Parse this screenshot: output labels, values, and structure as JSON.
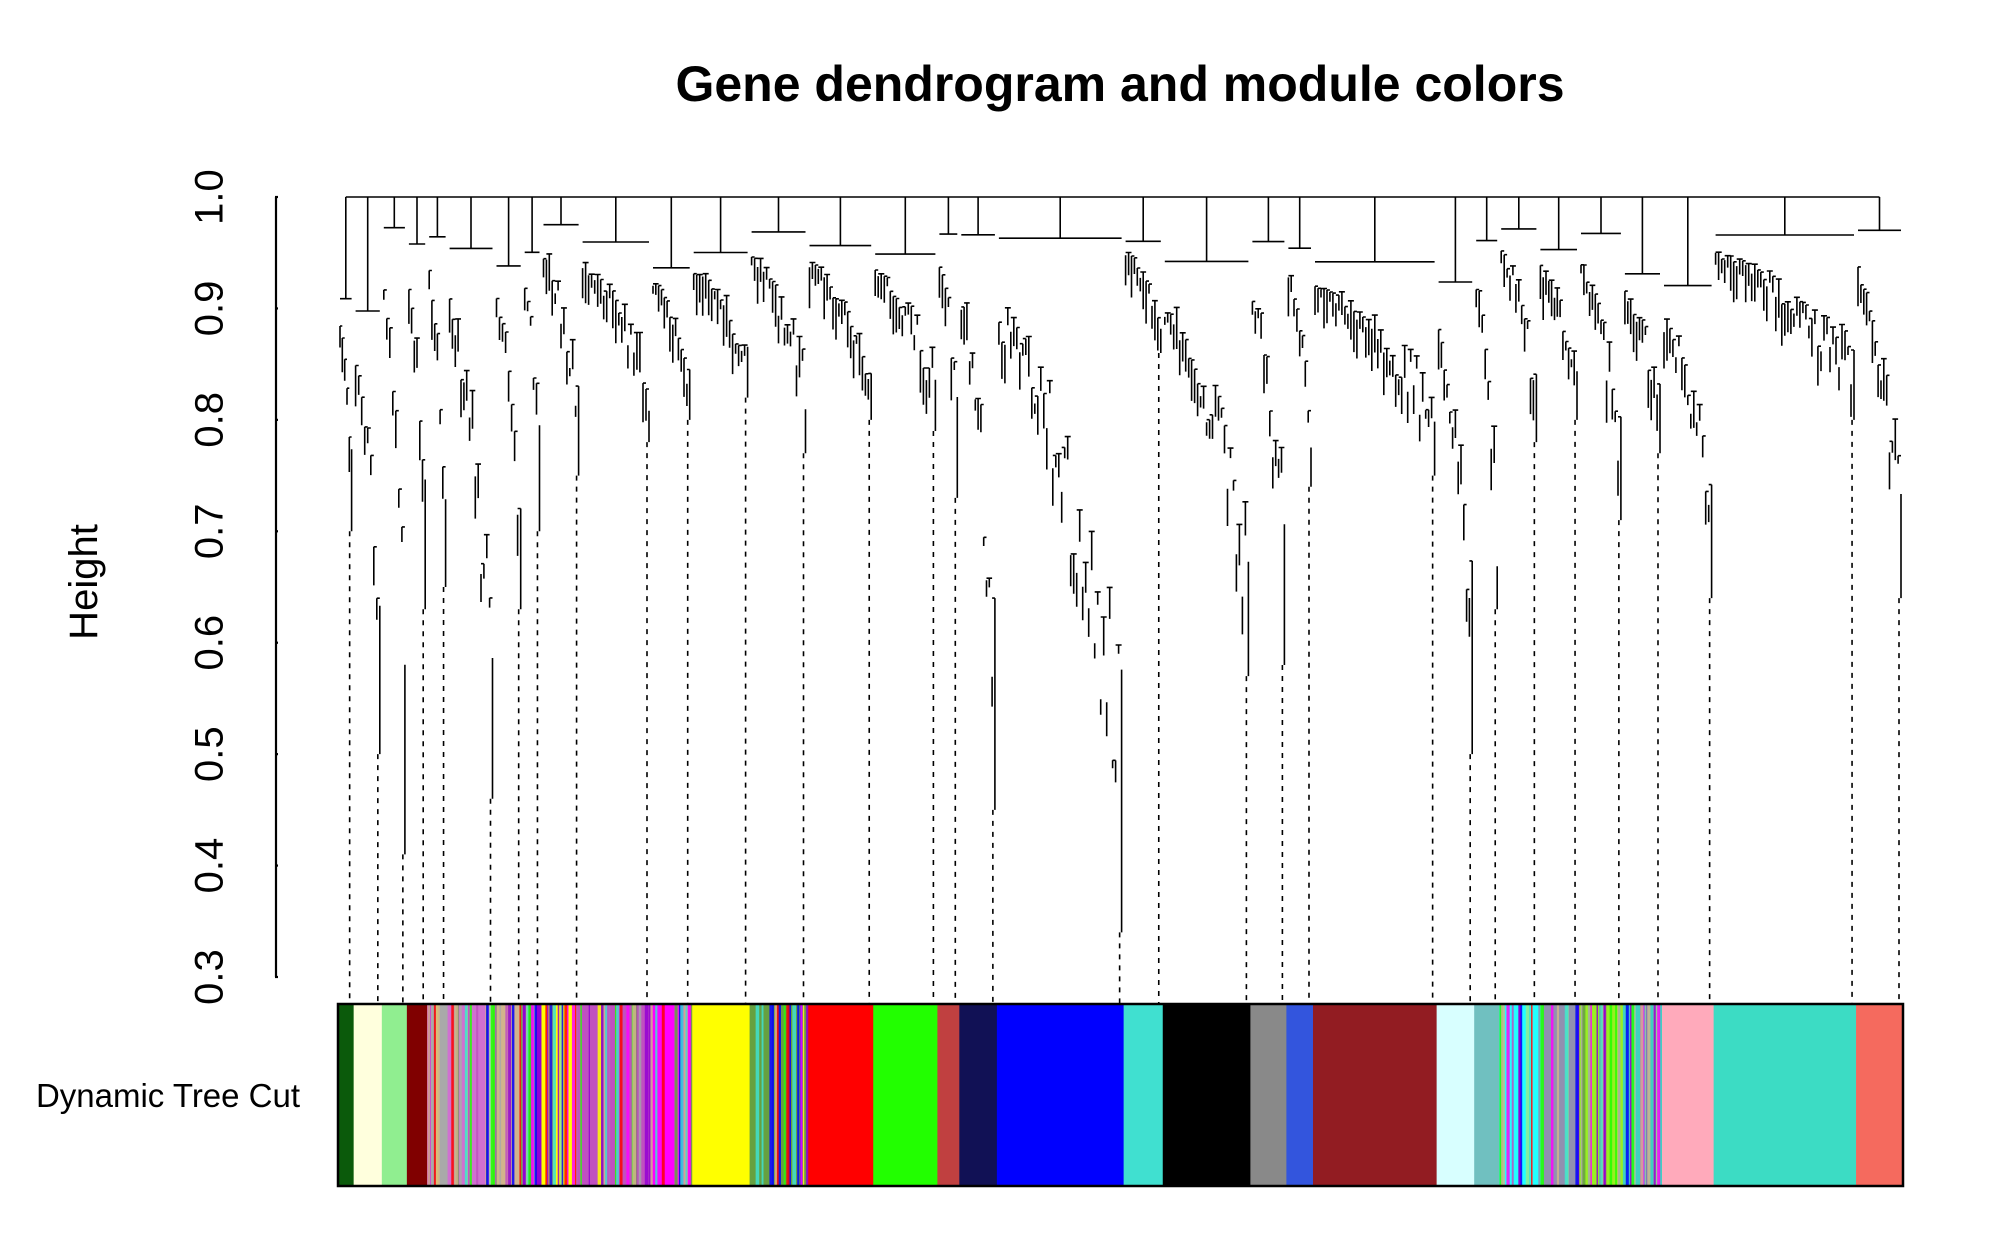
{
  "chart_data": {
    "type": "dendrogram",
    "title": "Gene dendrogram and module colors",
    "ylabel": "Height",
    "ylim": [
      0.3,
      1.0
    ],
    "yticks": [
      0.3,
      0.4,
      0.5,
      0.6,
      0.7,
      0.8,
      0.9,
      1.0
    ],
    "ytick_labels": [
      "0.3",
      "0.4",
      "0.5",
      "0.6",
      "0.7",
      "0.8",
      "0.9",
      "1.0"
    ],
    "color_row_label": "Dynamic Tree Cut",
    "modules": [
      {
        "color": "#0b5a0b",
        "leaf_span": [
          0.0,
          0.01
        ],
        "min_height": 0.7
      },
      {
        "color": "#ffffdd",
        "leaf_span": [
          0.01,
          0.028
        ],
        "min_height": 0.5
      },
      {
        "color": "#90ee90",
        "leaf_span": [
          0.028,
          0.044
        ],
        "min_height": 0.41
      },
      {
        "color": "#800000",
        "leaf_span": [
          0.044,
          0.057
        ],
        "min_height": 0.63
      },
      {
        "color": "#a9a9a9",
        "leaf_span": [
          0.057,
          0.07
        ],
        "min_height": 0.65
      },
      {
        "color": "#d070d0",
        "leaf_span": [
          0.07,
          0.1
        ],
        "min_height": 0.46
      },
      {
        "color": "#d2b48c",
        "leaf_span": [
          0.1,
          0.118
        ],
        "min_height": 0.63
      },
      {
        "color": "#9400d3",
        "leaf_span": [
          0.118,
          0.13
        ],
        "min_height": 0.7
      },
      {
        "color": "#ffff00",
        "leaf_span": [
          0.13,
          0.155
        ],
        "min_height": 0.75
      },
      {
        "color": "#c050c0",
        "leaf_span": [
          0.155,
          0.2
        ],
        "min_height": 0.78
      },
      {
        "color": "#ff00ff",
        "leaf_span": [
          0.2,
          0.226
        ],
        "min_height": 0.8
      },
      {
        "color": "#ffff00",
        "leaf_span": [
          0.226,
          0.263
        ],
        "min_height": 0.82
      },
      {
        "color": "#66a040",
        "leaf_span": [
          0.263,
          0.3
        ],
        "min_height": 0.77
      },
      {
        "color": "#ff0000",
        "leaf_span": [
          0.3,
          0.342
        ],
        "min_height": 0.8
      },
      {
        "color": "#22ff00",
        "leaf_span": [
          0.342,
          0.383
        ],
        "min_height": 0.79
      },
      {
        "color": "#c04040",
        "leaf_span": [
          0.383,
          0.397
        ],
        "min_height": 0.73
      },
      {
        "color": "#111155",
        "leaf_span": [
          0.397,
          0.421
        ],
        "min_height": 0.45
      },
      {
        "color": "#0000ff",
        "leaf_span": [
          0.421,
          0.502
        ],
        "min_height": 0.34
      },
      {
        "color": "#40e0d0",
        "leaf_span": [
          0.502,
          0.527
        ],
        "min_height": 0.86
      },
      {
        "color": "#000000",
        "leaf_span": [
          0.527,
          0.583
        ],
        "min_height": 0.57
      },
      {
        "color": "#898989",
        "leaf_span": [
          0.583,
          0.606
        ],
        "min_height": 0.58
      },
      {
        "color": "#3355dd",
        "leaf_span": [
          0.606,
          0.623
        ],
        "min_height": 0.74
      },
      {
        "color": "#921c22",
        "leaf_span": [
          0.623,
          0.702
        ],
        "min_height": 0.75
      },
      {
        "color": "#d8ffff",
        "leaf_span": [
          0.702,
          0.726
        ],
        "min_height": 0.5
      },
      {
        "color": "#70c0c0",
        "leaf_span": [
          0.726,
          0.742
        ],
        "min_height": 0.63
      },
      {
        "color": "#22ffff",
        "leaf_span": [
          0.742,
          0.767
        ],
        "min_height": 0.78
      },
      {
        "color": "#9090b0",
        "leaf_span": [
          0.767,
          0.793
        ],
        "min_height": 0.8
      },
      {
        "color": "#99ee22",
        "leaf_span": [
          0.793,
          0.821
        ],
        "min_height": 0.71
      },
      {
        "color": "#40d0c0",
        "leaf_span": [
          0.821,
          0.846
        ],
        "min_height": 0.77
      },
      {
        "color": "#ffaabb",
        "leaf_span": [
          0.846,
          0.879
        ],
        "min_height": 0.64
      },
      {
        "color": "#3cdcc4",
        "leaf_span": [
          0.879,
          0.97
        ],
        "min_height": 0.8
      },
      {
        "color": "#f56a5e",
        "leaf_span": [
          0.97,
          1.0
        ],
        "min_height": 0.64
      }
    ],
    "merge_heights": [
      0.94,
      0.93,
      0.995,
      0.99,
      0.985,
      0.98,
      0.975,
      0.99,
      0.998,
      0.995,
      0.97,
      0.985,
      0.995,
      0.99,
      0.98,
      0.997,
      0.995,
      0.99,
      1.0,
      0.98,
      0.985,
      0.99,
      0.98,
      0.96,
      0.998,
      0.995,
      0.98,
      0.99,
      0.97,
      0.96,
      0.999
    ]
  }
}
